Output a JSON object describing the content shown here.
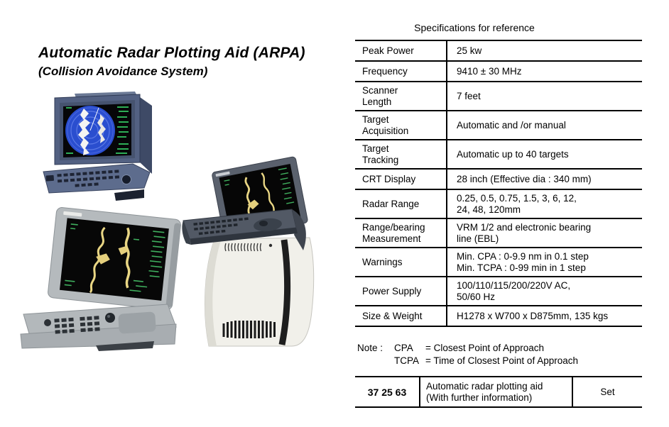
{
  "header": {
    "title": "Automatic Radar Plotting Aid (ARPA)",
    "subtitle": "(Collision Avoidance System)"
  },
  "spec": {
    "heading": "Specifications for reference",
    "rows": [
      {
        "label": "Peak Power",
        "value": "25 kw"
      },
      {
        "label": "Frequency",
        "value": "9410 ± 30 MHz"
      },
      {
        "label": "Scanner\nLength",
        "value": "7 feet"
      },
      {
        "label": "Target\nAcquisition",
        "value": "Automatic and /or manual"
      },
      {
        "label": "Target\nTracking",
        "value": "Automatic up to 40 targets"
      },
      {
        "label": "CRT Display",
        "value": "28 inch (Effective dia : 340 mm)"
      },
      {
        "label": "Radar Range",
        "value": "0.25, 0.5, 0.75, 1.5, 3, 6, 12,\n24, 48, 120mm"
      },
      {
        "label": "Range/bearing\nMeasurement",
        "value": "VRM 1/2 and electronic bearing\nline (EBL)"
      },
      {
        "label": "Warnings",
        "value": "Min. CPA : 0-9.9 nm in 0.1 step\nMin. TCPA : 0-99 min in 1 step"
      },
      {
        "label": "Power Supply",
        "value": "100/110/115/200/220V AC,\n50/60 Hz"
      },
      {
        "label": "Size & Weight",
        "value": "H1278 x W700 x D875mm, 135 kgs"
      }
    ]
  },
  "note": {
    "label": "Note :",
    "items": [
      {
        "abbr": "CPA",
        "text": "= Closest Point of Approach"
      },
      {
        "abbr": "TCPA",
        "text": "= Time of Closest Point of Approach"
      }
    ]
  },
  "order": {
    "code": "37 25 63",
    "description": "Automatic radar plotting aid\n(With further information)",
    "unit": "Set"
  },
  "colors": {
    "radar_blue": "#2a4ecf",
    "echo_yellow": "#e9d684",
    "screen_green": "#39d96b",
    "casing_blue_gray": "#536182",
    "casing_light_gray": "#b5babd",
    "pedestal_white": "#f1f0ea"
  }
}
